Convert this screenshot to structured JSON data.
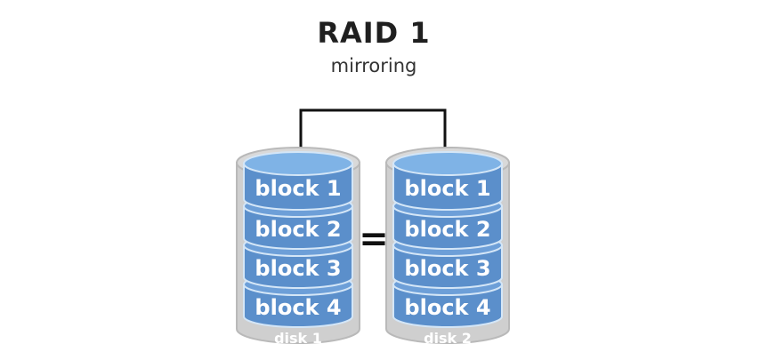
{
  "header": {
    "title": "RAID 1",
    "subtitle": "mirroring"
  },
  "equals": "=",
  "disks": [
    {
      "label": "disk 1",
      "blocks": [
        "block 1",
        "block 2",
        "block 3",
        "block 4"
      ]
    },
    {
      "label": "disk 2",
      "blocks": [
        "block 1",
        "block 2",
        "block 3",
        "block 4"
      ]
    }
  ],
  "colors": {
    "block_fill": "#5b8fcb",
    "block_top": "#7fb3e6",
    "block_edge": "#d4e6f7",
    "disk_fill": "#cfcfcf",
    "disk_edge": "#b9b9b9",
    "connector": "#111111",
    "text_on_block": "#ffffff",
    "disk_label": "#ffffff"
  }
}
